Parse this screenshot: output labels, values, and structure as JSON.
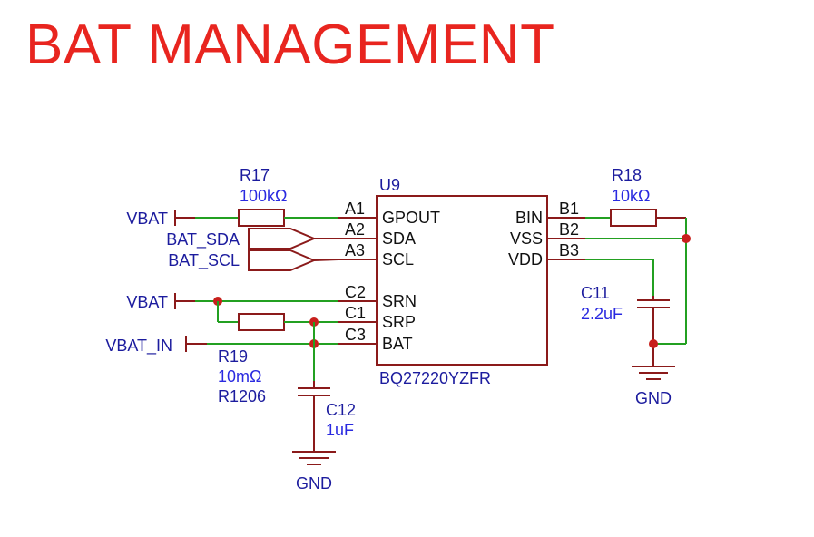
{
  "title": "BAT MANAGEMENT",
  "ic": {
    "ref": "U9",
    "part": "BQ27220YZFR",
    "left_pins": [
      {
        "num": "A1",
        "name": "GPOUT"
      },
      {
        "num": "A2",
        "name": "SDA"
      },
      {
        "num": "A3",
        "name": "SCL"
      },
      {
        "num": "C2",
        "name": "SRN"
      },
      {
        "num": "C1",
        "name": "SRP"
      },
      {
        "num": "C3",
        "name": "BAT"
      }
    ],
    "right_pins": [
      {
        "num": "B1",
        "name": "BIN"
      },
      {
        "num": "B2",
        "name": "VSS"
      },
      {
        "num": "B3",
        "name": "VDD"
      }
    ]
  },
  "nets": {
    "vbat_top": "VBAT",
    "bat_sda": "BAT_SDA",
    "bat_scl": "BAT_SCL",
    "vbat_mid": "VBAT",
    "vbat_in": "VBAT_IN",
    "gnd_left": "GND",
    "gnd_right": "GND"
  },
  "components": {
    "r17": {
      "ref": "R17",
      "value": "100kΩ"
    },
    "r18": {
      "ref": "R18",
      "value": "10kΩ"
    },
    "r19": {
      "ref": "R19",
      "value": "10mΩ",
      "package": "R1206"
    },
    "c11": {
      "ref": "C11",
      "value": "2.2uF"
    },
    "c12": {
      "ref": "C12",
      "value": "1uF"
    }
  },
  "colors": {
    "title": "#e8251f",
    "wire": "#23a021",
    "symbol": "#8b1a1a",
    "junction": "#c8201c",
    "net_label": "#1c1c9e"
  }
}
